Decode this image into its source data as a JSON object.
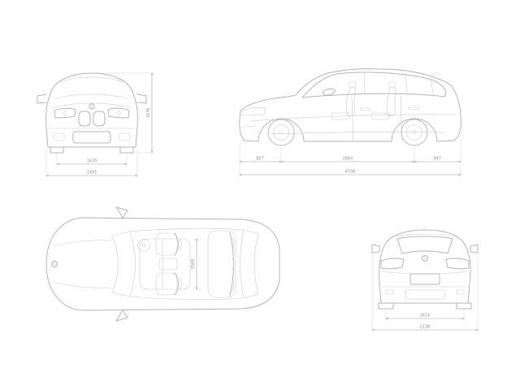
{
  "colors": {
    "background": "#ffffff",
    "body_line": "#b2b6ba",
    "detail_line": "#c7cbce",
    "dimension_line": "#9aa0a5",
    "dimension_text": "#8a9096"
  },
  "front_view": {
    "track": "1620",
    "overall_width": "1891",
    "overall_height": "1676"
  },
  "side_view": {
    "front_overhang": "857",
    "wheelbase": "2864",
    "rear_overhang": "997",
    "overall_length": "4708"
  },
  "top_view": {
    "interior_width": "1500"
  },
  "rear_view": {
    "track": "1616",
    "width_incl_mirrors": "2138"
  },
  "icons": {
    "logo": "bmw-roundel-icon"
  }
}
